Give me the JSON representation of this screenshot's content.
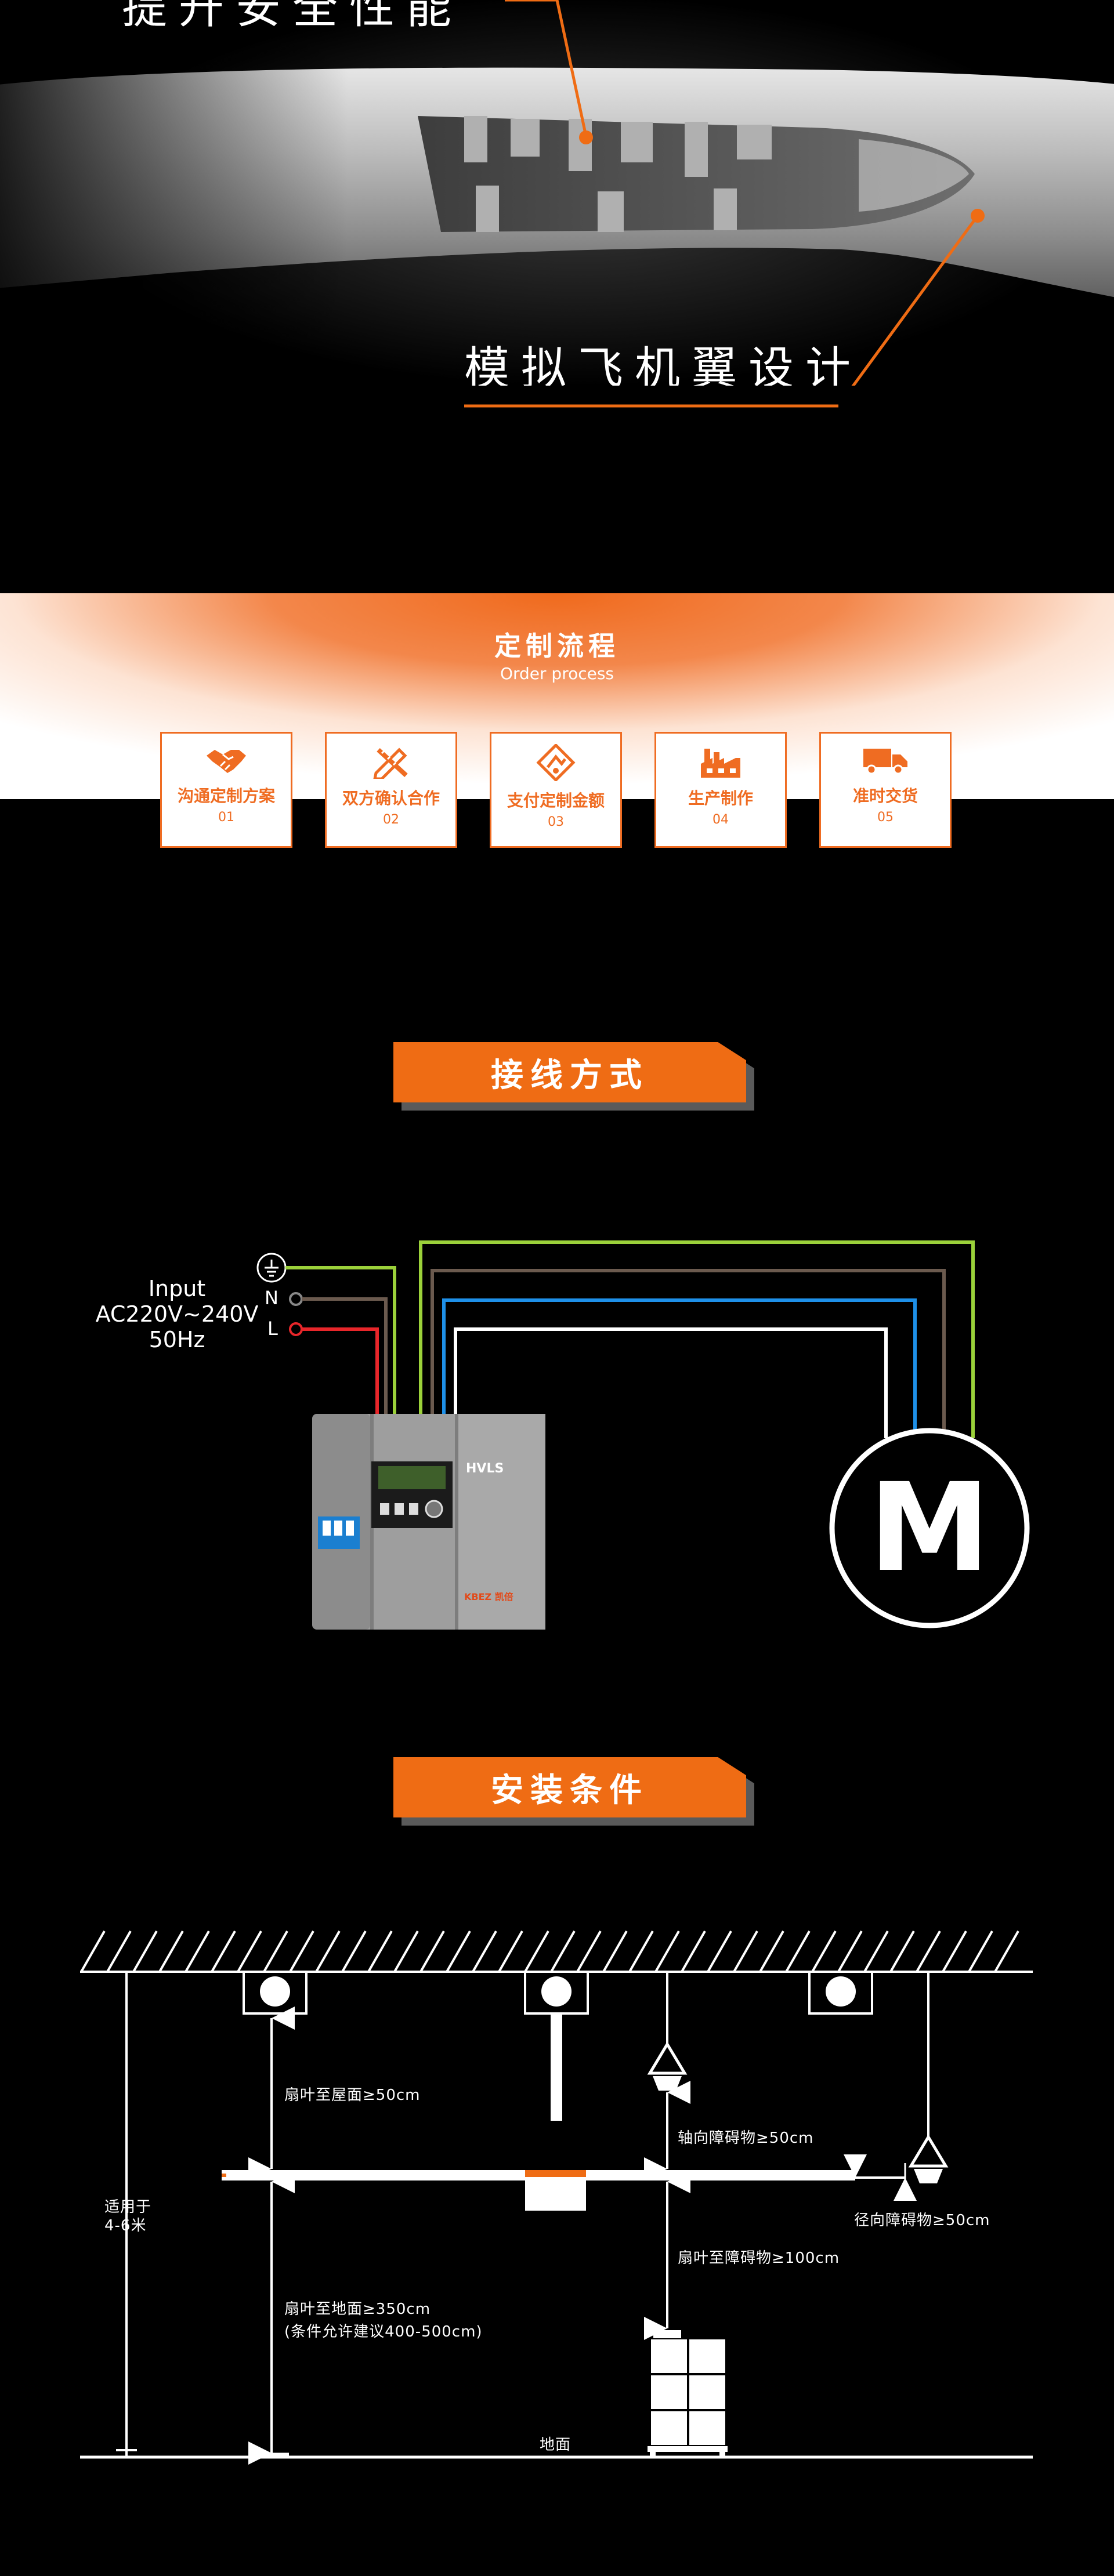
{
  "blade": {
    "top_callout": "提升安全性能",
    "bottom_callout": "模拟飞机翼设计"
  },
  "order_process": {
    "title": "定制流程",
    "subtitle": "Order process",
    "steps": [
      {
        "label": "沟通定制方案",
        "num": "01",
        "icon": "handshake-icon"
      },
      {
        "label": "双方确认合作",
        "num": "02",
        "icon": "pencil-ruler-icon"
      },
      {
        "label": "支付定制金额",
        "num": "03",
        "icon": "payment-icon"
      },
      {
        "label": "生产制作",
        "num": "04",
        "icon": "factory-icon"
      },
      {
        "label": "准时交货",
        "num": "05",
        "icon": "truck-icon"
      }
    ]
  },
  "wiring": {
    "title": "接线方式",
    "input_line1": "Input",
    "input_line2": "AC220V~240V",
    "input_line3": "50Hz",
    "terminal_n": "N",
    "terminal_l": "L",
    "motor_label": "M",
    "controller_brand": "HVLS",
    "controller_logo": "KBEZ 凯倍"
  },
  "install": {
    "title": "安装条件",
    "applicable": "适用于",
    "applicable_height": "4-6米",
    "blade_to_roof": "扇叶至屋面≥50cm",
    "axial_obstacle": "轴向障碍物≥50cm",
    "radial_obstacle": "径向障碍物≥50cm",
    "blade_to_obstacle": "扇叶至障碍物≥100cm",
    "blade_to_floor": "扇叶至地面≥350cm",
    "blade_to_floor_note": "(条件允许建议400-500cm)",
    "floor": "地面"
  },
  "colors": {
    "accent": "#ef6c14",
    "wire_green": "#9bd13a",
    "wire_brown": "#6b5a4e",
    "wire_blue": "#1e90e8",
    "wire_white": "#ffffff",
    "wire_red": "#e8262a"
  }
}
